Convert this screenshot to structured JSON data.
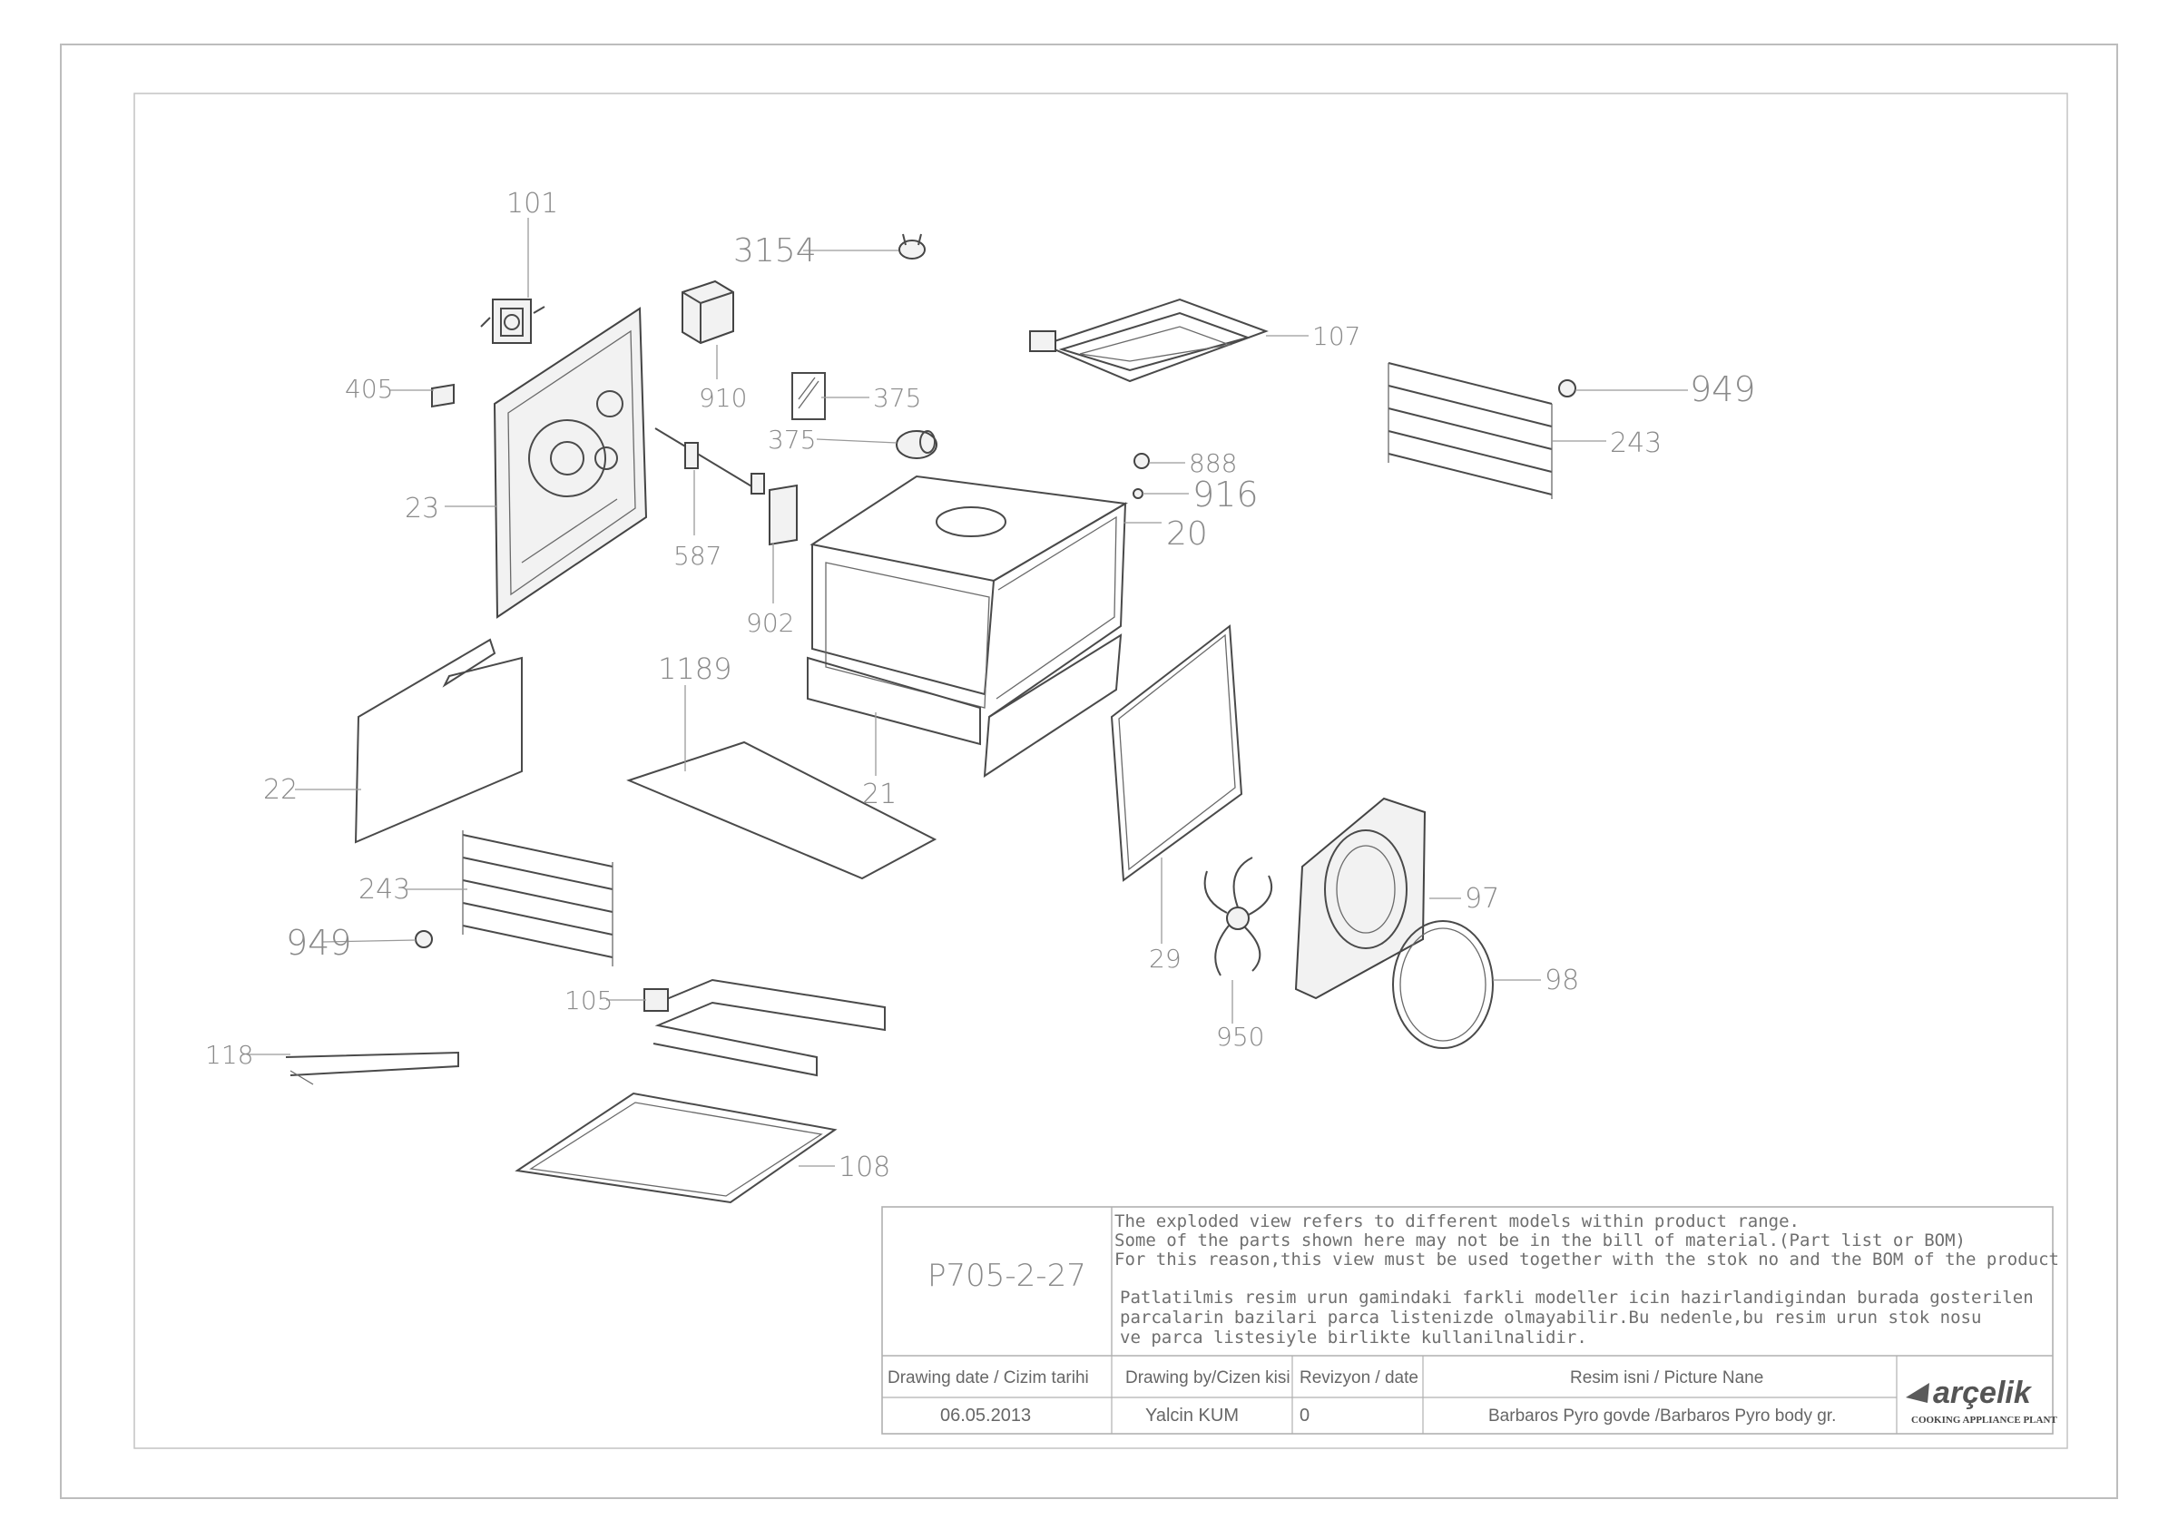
{
  "callouts": [
    {
      "text": "101",
      "size": 30
    },
    {
      "text": "3154",
      "size": 36
    },
    {
      "text": "107",
      "size": 28
    },
    {
      "text": "405",
      "size": 28
    },
    {
      "text": "910",
      "size": 28
    },
    {
      "text": "375",
      "size": 28
    },
    {
      "text": "375",
      "size": 28
    },
    {
      "text": "949",
      "size": 38
    },
    {
      "text": "243",
      "size": 30
    },
    {
      "text": "888",
      "size": 28
    },
    {
      "text": "916",
      "size": 38
    },
    {
      "text": "23",
      "size": 30
    },
    {
      "text": "587",
      "size": 28
    },
    {
      "text": "20",
      "size": 36
    },
    {
      "text": "902",
      "size": 28
    },
    {
      "text": "1189",
      "size": 32
    },
    {
      "text": "22",
      "size": 30
    },
    {
      "text": "21",
      "size": 30
    },
    {
      "text": "243",
      "size": 30
    },
    {
      "text": "29",
      "size": 28
    },
    {
      "text": "97",
      "size": 30
    },
    {
      "text": "949",
      "size": 38
    },
    {
      "text": "105",
      "size": 28
    },
    {
      "text": "98",
      "size": 30
    },
    {
      "text": "950",
      "size": 28
    },
    {
      "text": "118",
      "size": 28
    },
    {
      "text": "108",
      "size": 30
    }
  ],
  "title_block": {
    "drawing_no": "P705-2-27",
    "note_en": [
      "The exploded view refers to different models within product range.",
      "Some of the parts shown here may not be in the bill of material.(Part list or BOM)",
      "For this reason,this view must be used together with the stok no and the BOM of the product"
    ],
    "note_tr": [
      "Patlatilmis resim urun gamindaki farkli modeller icin hazirlandigindan burada gosterilen",
      "parcalarin bazilari parca listenizde olmayabilir.Bu nedenle,bu resim urun stok nosu",
      "ve parca listesiyle birlikte kullanilnalidir."
    ],
    "headers": {
      "date": "Drawing date / Cizim tarihi",
      "drawn_by": "Drawing by/Cizen kisi",
      "revision": "Revizyon / date",
      "picture_name": "Resim isni / Picture Nane"
    },
    "values": {
      "date": "06.05.2013",
      "drawn_by": "Yalcin KUM",
      "revision": "0",
      "picture_name": "Barbaros Pyro govde /Barbaros Pyro body gr."
    },
    "brand": "arçelik",
    "plant": "COOKING APPLIANCE PLANT"
  }
}
